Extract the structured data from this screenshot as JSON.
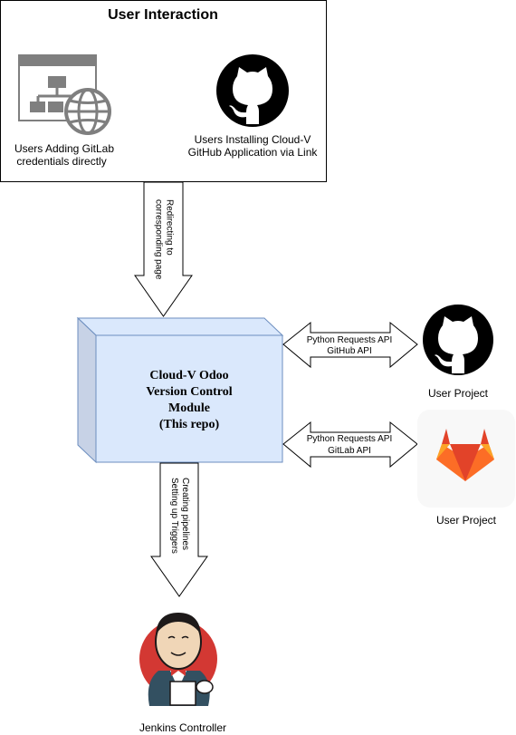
{
  "user_interaction": {
    "title": "User Interaction",
    "gitlab_credentials_line1": "Users Adding GitLab",
    "gitlab_credentials_line2": "credentials directly",
    "github_app_line1": "Users Installing Cloud-V",
    "github_app_line2": "GitHub Application via Link"
  },
  "redirect_arrow": {
    "line1": "Redirecting to",
    "line2": "corresponding page"
  },
  "module": {
    "line1": "Cloud-V Odoo",
    "line2": "Version Control",
    "line3": "Module",
    "line4": "(This repo)"
  },
  "github_link": {
    "line1": "Python Requests API",
    "line2": "GitHub API",
    "target_label": "User Project"
  },
  "gitlab_link": {
    "line1": "Python Requests API",
    "line2": "GitLab API",
    "target_label": "User Project"
  },
  "pipeline_arrow": {
    "line1": "Creating pipelines",
    "line2": "Setting up Triggers"
  },
  "jenkins": {
    "label": "Jenkins Controller"
  },
  "icons": [
    "web-admin-icon",
    "github-icon",
    "gitlab-icon",
    "jenkins-icon"
  ],
  "colors": {
    "module_fill": "#dae8fc",
    "module_stroke": "#6c8ebf",
    "module_side": "#c7d2e6",
    "gitlab_orange": "#e24329",
    "gitlab_light": "#fca326",
    "jenkins_red": "#d33833"
  }
}
